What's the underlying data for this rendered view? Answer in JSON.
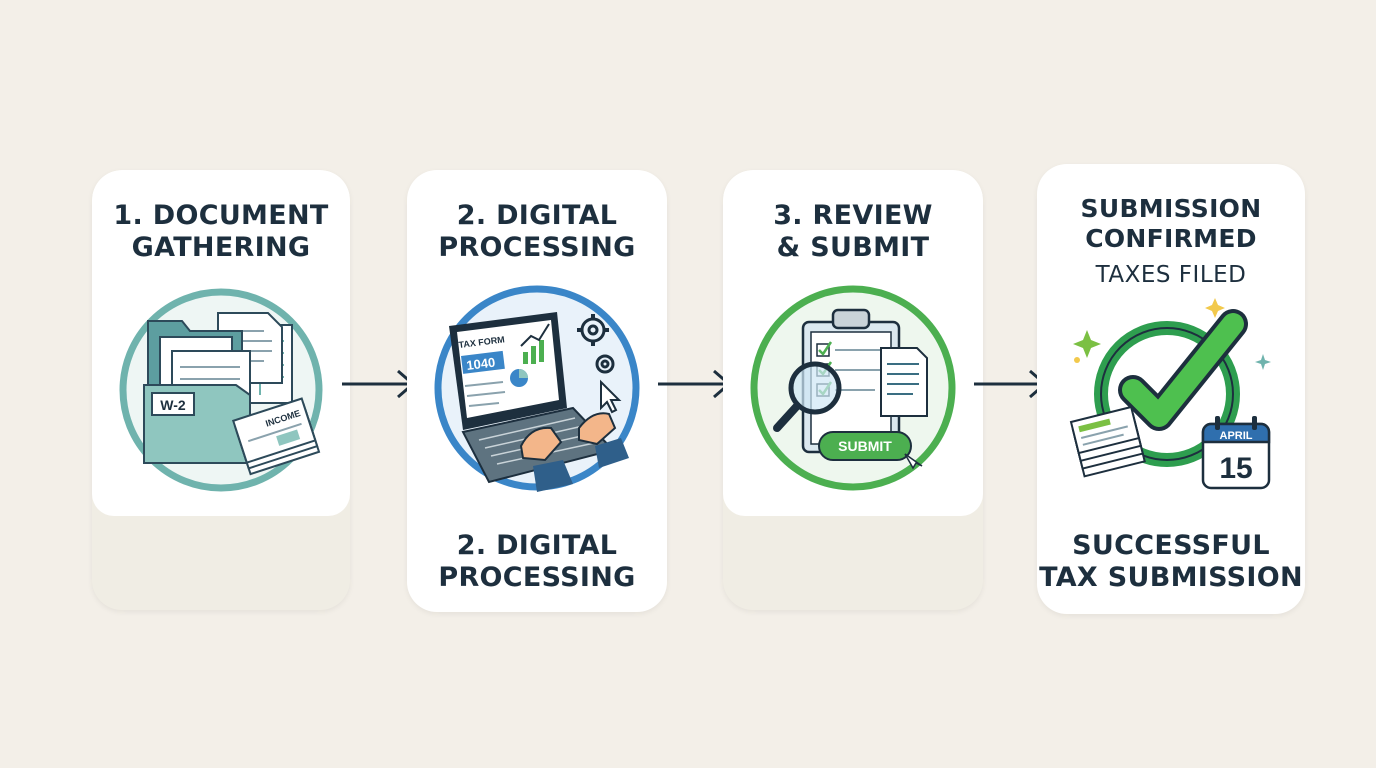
{
  "steps": [
    {
      "title_line1": "1. DOCUMENT",
      "title_line2": "GATHERING",
      "folder_label": "W-2",
      "paper_label": "INCOME"
    },
    {
      "title_line1": "2. DIGITAL",
      "title_line2": "PROCESSING",
      "screen_label": "TAX FORM",
      "screen_number": "1040",
      "bottom_line1": "2. DIGITAL",
      "bottom_line2": "PROCESSING"
    },
    {
      "title_line1": "3. REVIEW",
      "title_line2": "& SUBMIT",
      "button_label": "SUBMIT"
    },
    {
      "title_line1": "SUBMISSION",
      "title_line2": "CONFIRMED",
      "subtitle": "TAXES FILED",
      "calendar_month": "APRIL",
      "calendar_day": "15",
      "bottom_line1": "SUCCESSFUL",
      "bottom_line2": "TAX SUBMISSION"
    }
  ],
  "colors": {
    "teal": "#6fb3ad",
    "blue": "#3a86c8",
    "green": "#4caf50",
    "dark": "#1d2f3e"
  }
}
